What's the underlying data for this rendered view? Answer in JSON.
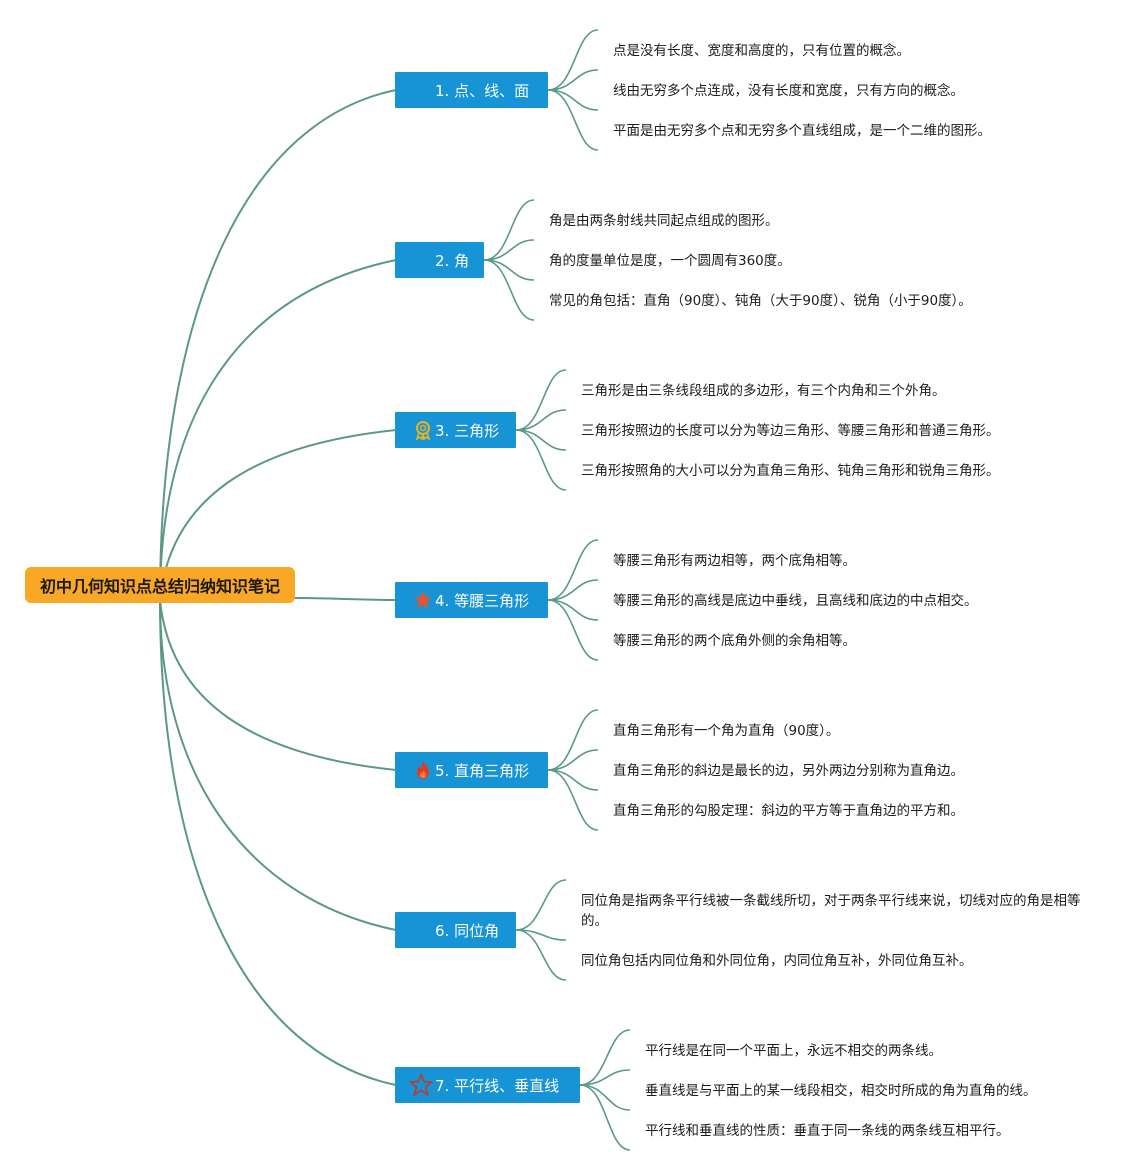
{
  "root": {
    "label": "初中几何知识点总结归纳知识笔记"
  },
  "branches": [
    {
      "label": "1. 点、线、面",
      "icon": "none",
      "items": [
        "点是没有长度、宽度和高度的，只有位置的概念。",
        "线由无穷多个点连成，没有长度和宽度，只有方向的概念。",
        "平面是由无穷多个点和无穷多个直线组成，是一个二维的图形。"
      ]
    },
    {
      "label": "2. 角",
      "icon": "none",
      "items": [
        "角是由两条射线共同起点组成的图形。",
        "角的度量单位是度，一个圆周有360度。",
        "常见的角包括：直角（90度）、钝角（大于90度）、锐角（小于90度）。"
      ]
    },
    {
      "label": "3. 三角形",
      "icon": "award-ribbon-icon",
      "items": [
        "三角形是由三条线段组成的多边形，有三个内角和三个外角。",
        "三角形按照边的长度可以分为等边三角形、等腰三角形和普通三角形。",
        "三角形按照角的大小可以分为直角三角形、钝角三角形和锐角三角形。"
      ]
    },
    {
      "label": "4. 等腰三角形",
      "icon": "filled-star-icon",
      "items": [
        "等腰三角形有两边相等，两个底角相等。",
        "等腰三角形的高线是底边中垂线，且高线和底边的中点相交。",
        "等腰三角形的两个底角外侧的余角相等。"
      ]
    },
    {
      "label": "5. 直角三角形",
      "icon": "fire-icon",
      "items": [
        "直角三角形有一个角为直角（90度）。",
        "直角三角形的斜边是最长的边，另外两边分别称为直角边。",
        "直角三角形的勾股定理：斜边的平方等于直角边的平方和。"
      ]
    },
    {
      "label": "6. 同位角",
      "icon": "none",
      "items": [
        "同位角是指两条平行线被一条截线所切，对于两条平行线来说，切线对应的角是相等的。",
        "同位角包括内同位角和外同位角，内同位角互补，外同位角互补。"
      ]
    },
    {
      "label": "7. 平行线、垂直线",
      "icon": "outline-star-icon",
      "items": [
        "平行线是在同一个平面上，永远不相交的两条线。",
        "垂直线是与平面上的某一线段相交，相交时所成的角为直角的线。",
        "平行线和垂直线的性质：垂直于同一条线的两条线互相平行。"
      ]
    }
  ],
  "colors": {
    "root_bg": "#f9a825",
    "branch_bg": "#1694d6",
    "line": "#5a9a85"
  }
}
